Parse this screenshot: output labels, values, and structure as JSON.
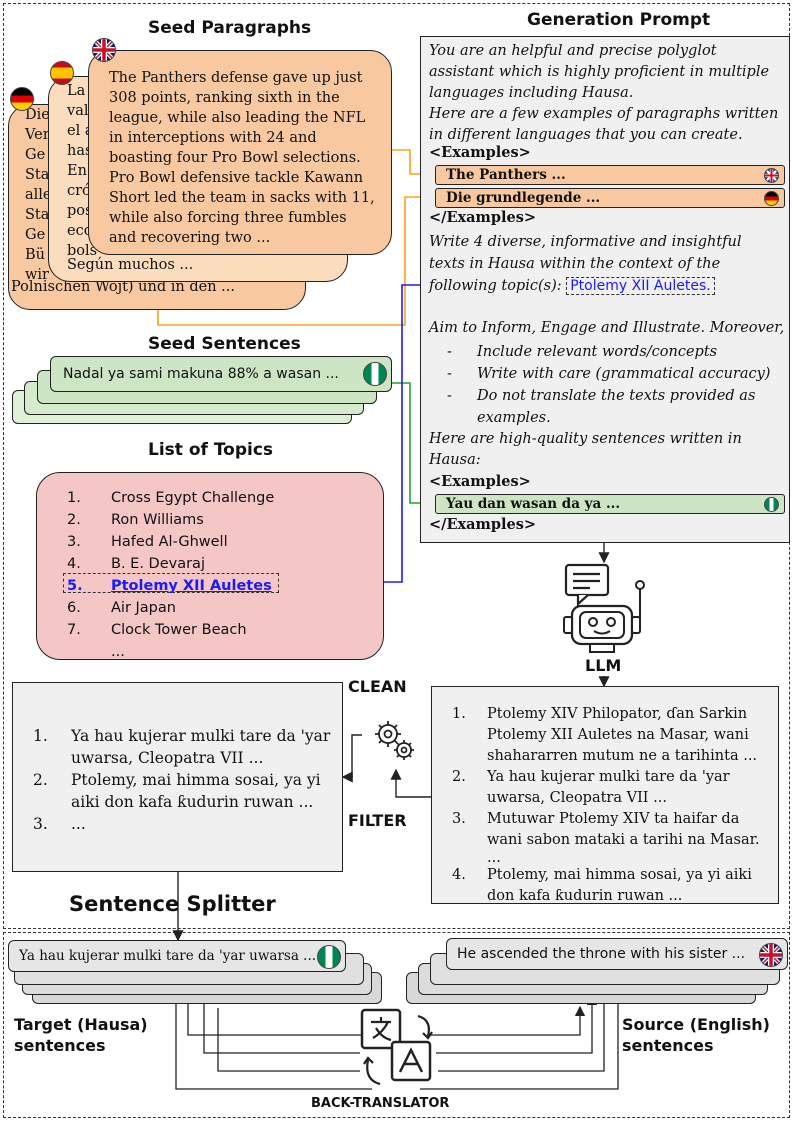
{
  "outer_sections": {
    "top": "generation",
    "bottom": "back-translation"
  },
  "seed_paragraphs": {
    "title": "Seed Paragraphs",
    "de_fragments": [
      "Die",
      "Ver",
      "Ge",
      "Sta",
      "alle",
      "Sta",
      "Ge",
      "Bü",
      "wir"
    ],
    "de_bottom": "Polnischen Wojt) und in den ...",
    "es_fragments": [
      "La",
      "val",
      "el a",
      "has",
      "En",
      "cró",
      "pos",
      "eco",
      "bols"
    ],
    "es_bottom": "Según muchos ...",
    "en_text": "The Panthers defense gave up just 308 points, ranking sixth in the league, while also leading the NFL in interceptions with 24 and boasting four Pro Bowl selections. Pro Bowl defensive tackle Kawann Short led the team in sacks with 11, while also forcing three fumbles and recovering two ..."
  },
  "seed_sentences": {
    "title": "Seed Sentences",
    "front": "Nadal ya sami makuna 88% a wasan ..."
  },
  "topics": {
    "title": "List of Topics",
    "items": [
      {
        "num": "1.",
        "text": "Cross Egypt Challenge"
      },
      {
        "num": "2.",
        "text": "Ron Williams"
      },
      {
        "num": "3.",
        "text": "Hafed Al-Ghwell"
      },
      {
        "num": "4.",
        "text": "B. E. Devaraj"
      },
      {
        "num": "5.",
        "text": "Ptolemy XII Auletes"
      },
      {
        "num": "6.",
        "text": "Air Japan"
      },
      {
        "num": "7.",
        "text": "Clock Tower Beach"
      }
    ],
    "ellipsis": "..."
  },
  "prompt": {
    "title": "Generation Prompt",
    "intro": "You are an helpful and precise polyglot assistant which is highly proficient in multiple languages including Hausa.",
    "intro2": "Here are a few examples of paragraphs written in different languages that you can create.",
    "examples_open": "<Examples>",
    "examples_close": "</Examples>",
    "example1": "The Panthers ...",
    "example2": "Die grundlegende ...",
    "write_text": "Write 4 diverse, informative and insightful texts in Hausa within the context of the following topic(s):",
    "topic": "Ptolemy XII Auletes.",
    "aim": "Aim to Inform, Engage and Illustrate. Moreover,",
    "bullets": [
      "Include relevant words/concepts",
      "Write with care (grammatical accuracy)",
      "Do not translate the texts provided as examples."
    ],
    "bullet_mark": "-",
    "sentences_intro": "Here are high-quality sentences written in Hausa:",
    "example3": "Yau dan wasan da ya ..."
  },
  "llm": {
    "label": "LLM"
  },
  "clean_label": "CLEAN",
  "filter_label": "FILTER",
  "llm_output": [
    {
      "num": "1.",
      "text": "Ptolemy XIV Philopator, ɗan Sarkin Ptolemy XII Auletes na Masar, wani shahararren mutum ne a tarihinta ..."
    },
    {
      "num": "2.",
      "text": "Ya hau kujerar mulki tare da 'yar uwarsa, Cleopatra VII ..."
    },
    {
      "num": "3.",
      "text": "Mutuwar Ptolemy XIV ta haifar da wani sabon mataki a tarihi na Masar."
    },
    {
      "num": "",
      "text": "..."
    },
    {
      "num": "4.",
      "text": "Ptolemy, mai himma sosai, ya yi aiki don kafa ƙudurin ruwan ..."
    }
  ],
  "cleaned_output": [
    {
      "num": "1.",
      "text": "Ya hau kujerar mulki tare da 'yar uwarsa, Cleopatra VII ..."
    },
    {
      "num": "2.",
      "text": "Ptolemy, mai himma sosai, ya yi aiki don kafa ƙudurin ruwan ..."
    },
    {
      "num": "3.",
      "text": "..."
    }
  ],
  "sentence_splitter": "Sentence Splitter",
  "target": {
    "front": "Ya hau kujerar mulki tare da 'yar uwarsa ...",
    "label": "Target (Hausa) sentences"
  },
  "source": {
    "front": "He ascended the throne with his sister ...",
    "label": "Source (English) sentences"
  },
  "back_translator": "BACK-TRANSLATOR",
  "colors": {
    "orange": "#f8c9a0",
    "green": "#cde5c3",
    "pink": "#f4c6c6",
    "gray": "#f0f0f0",
    "blue": "#1a1aff",
    "arrow_orange": "#f5a31a",
    "arrow_green": "#2e9e2e"
  }
}
